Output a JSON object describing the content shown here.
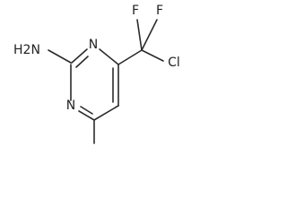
{
  "molecule": {
    "atoms": {
      "nh2": "H2N",
      "n_top": "N",
      "n_bottom": "N",
      "f_left": "F",
      "f_right": "F",
      "cl": "Cl"
    },
    "bond_color": "#2b2b2b",
    "label_color": "#222222"
  }
}
